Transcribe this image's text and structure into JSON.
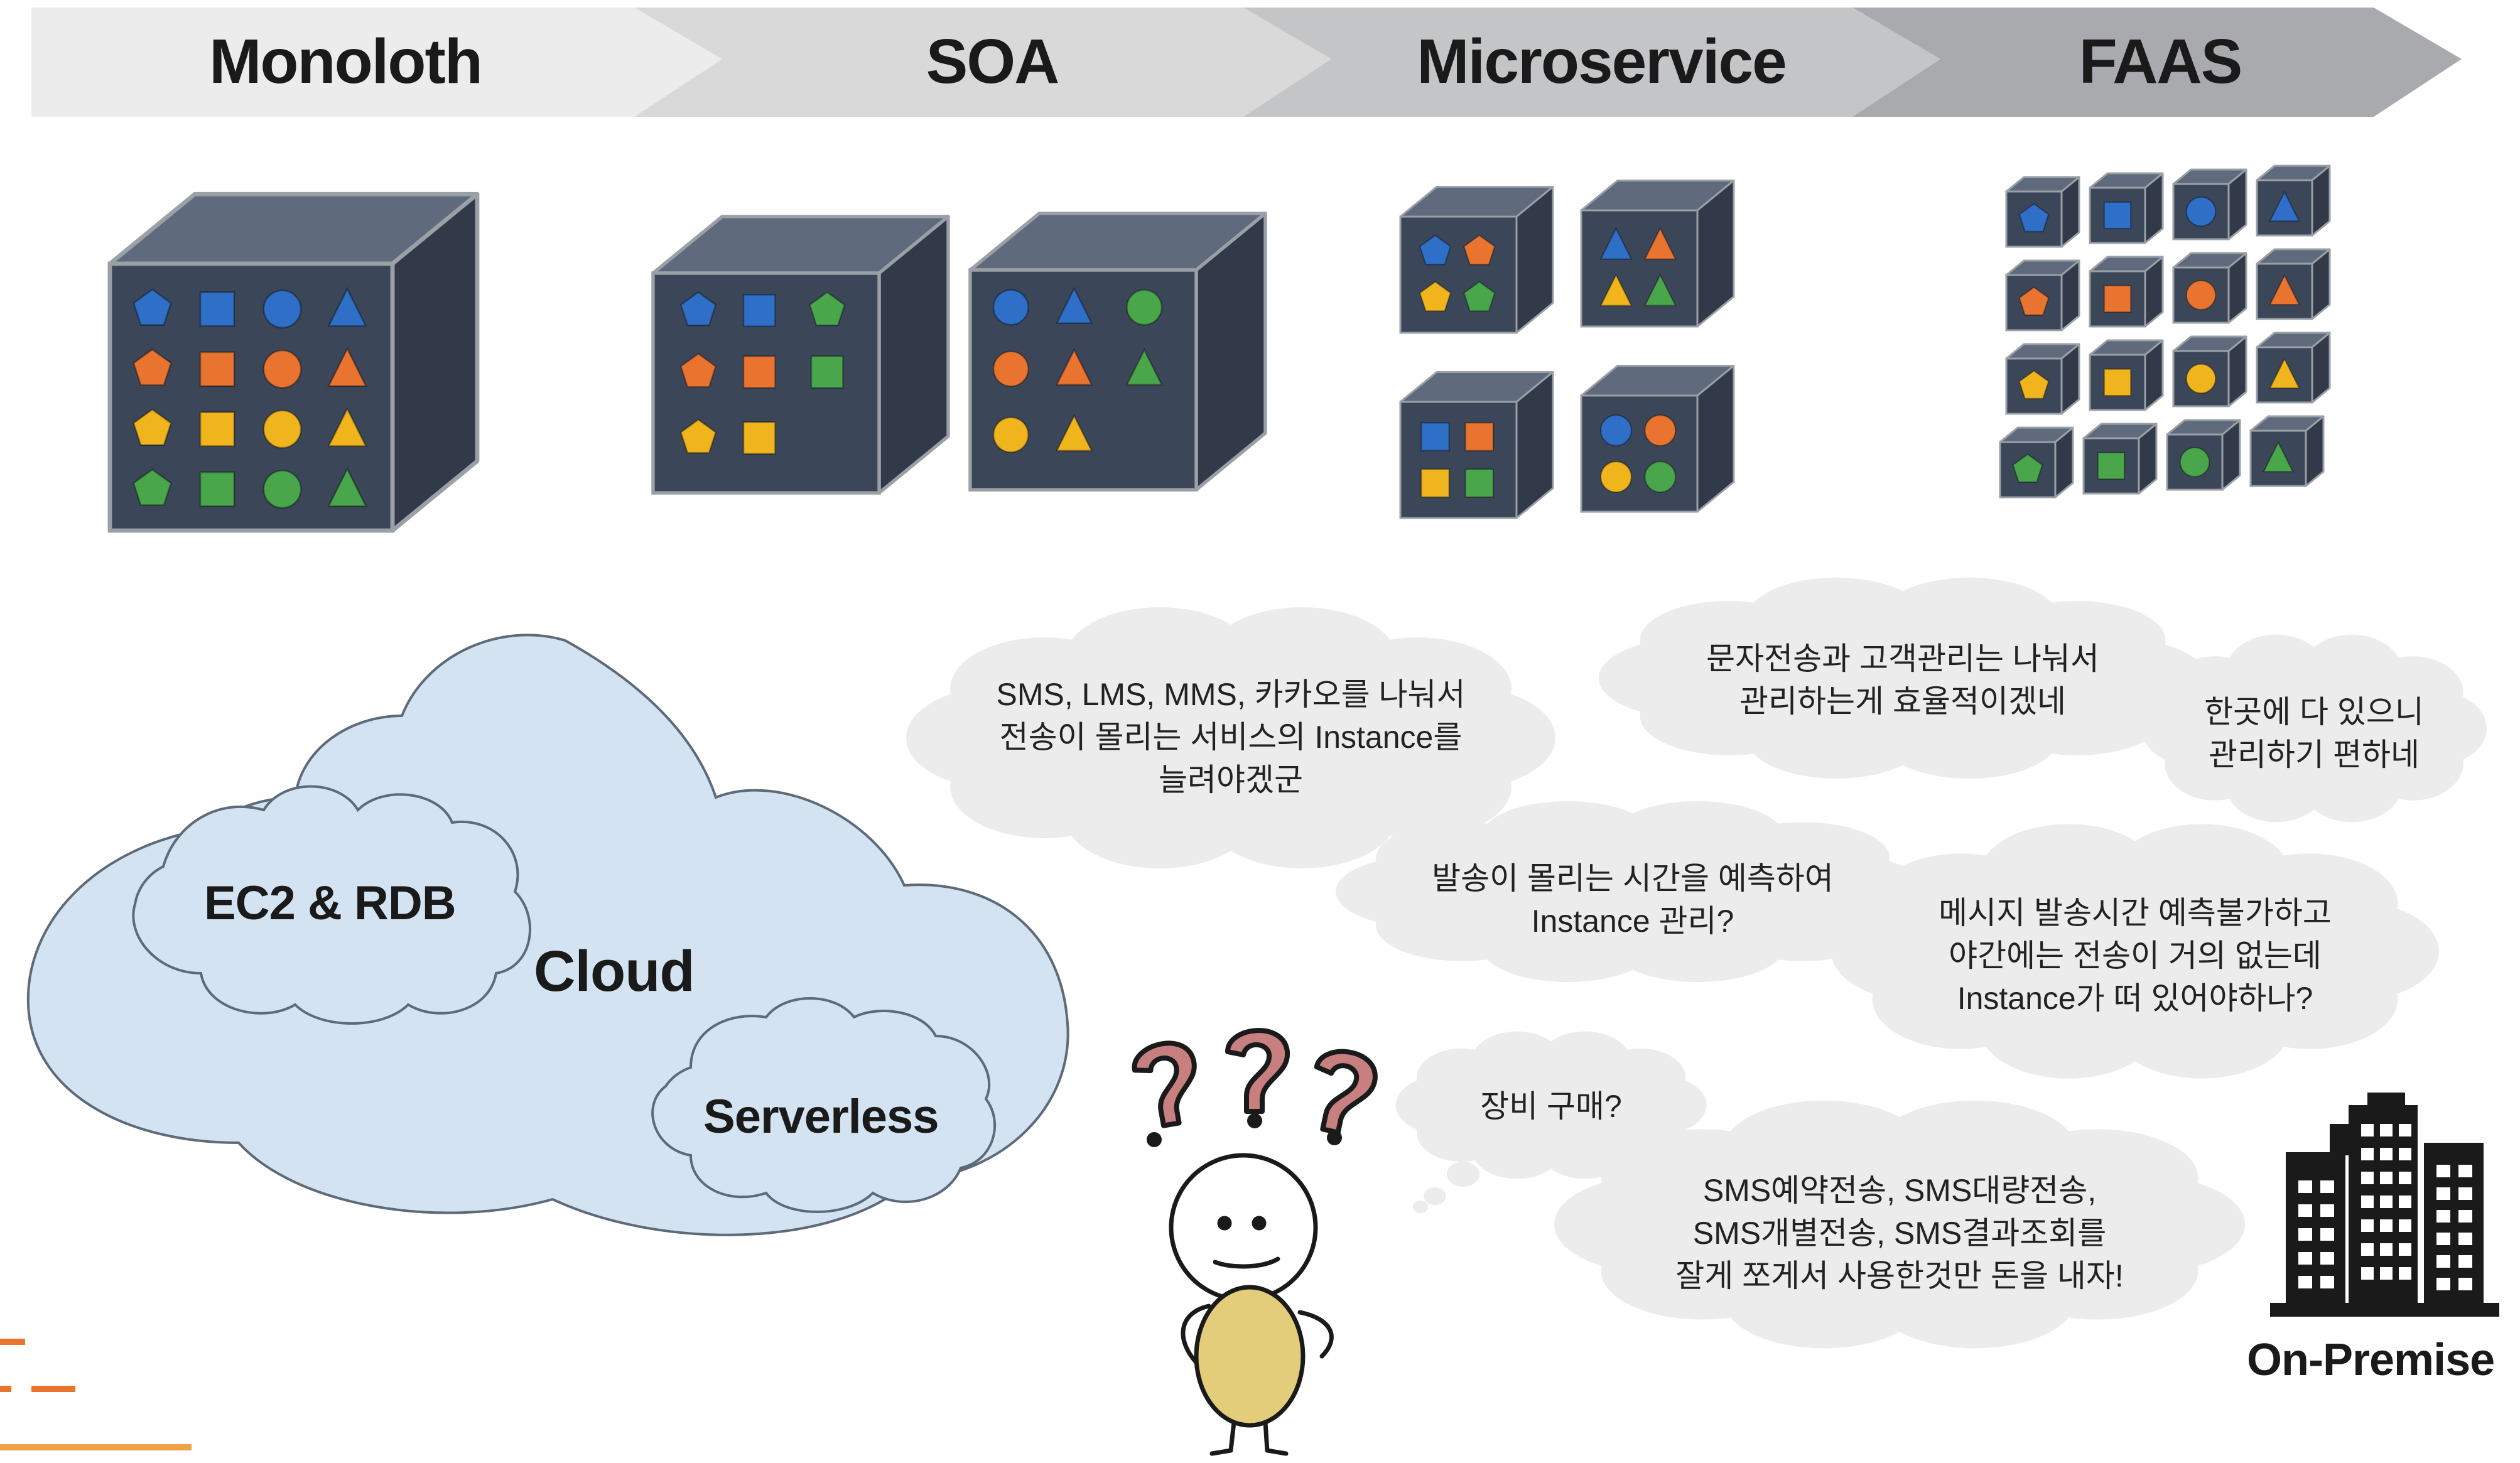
{
  "stages": [
    {
      "label": "Monoloth"
    },
    {
      "label": "SOA"
    },
    {
      "label": "Microservice"
    },
    {
      "label": "FAAS"
    }
  ],
  "colors": {
    "blue": "#2f6fc7",
    "orange": "#e8742f",
    "yellow": "#f0b41c",
    "green": "#4aa64a",
    "box_front": "#3b4659",
    "box_side": "#323a4a",
    "box_top": "#5f6b7c",
    "box_edge": "#9aa0a6",
    "cloud_fill": "#d3e3f1",
    "bubble_fill": "#ececec",
    "body_fill": "#e3cd7a",
    "question_fill": "#c77f7f"
  },
  "cloud": {
    "main_label": "Cloud",
    "sub_labels": [
      "EC2 & RDB",
      "Serverless"
    ]
  },
  "bubbles": [
    {
      "lines": [
        "SMS, LMS, MMS, 카카오를 나눠서",
        "전송이 몰리는 서비스의 Instance를",
        "늘려야겠군"
      ]
    },
    {
      "lines": [
        "문자전송과 고객관리는 나눠서",
        "관리하는게 효율적이겠네"
      ]
    },
    {
      "lines": [
        "한곳에 다 있으니",
        "관리하기 편하네"
      ]
    },
    {
      "lines": [
        "발송이 몰리는 시간을 예측하여",
        "Instance 관리?"
      ]
    },
    {
      "lines": [
        "메시지 발송시간 예측불가하고",
        "야간에는 전송이 거의 없는데",
        "Instance가 떠 있어야하나?"
      ]
    },
    {
      "lines": [
        "장비 구매?"
      ]
    },
    {
      "lines": [
        "SMS예약전송, SMS대량전송,",
        "SMS개별전송, SMS결과조회를",
        "잘게 쪼게서 사용한것만 돈을 내자!"
      ]
    }
  ],
  "on_premise": {
    "label": "On-Premise",
    "icon": "office-building-icon"
  },
  "thinker": {
    "icon": "thinking-person-icon",
    "marks": "???"
  }
}
